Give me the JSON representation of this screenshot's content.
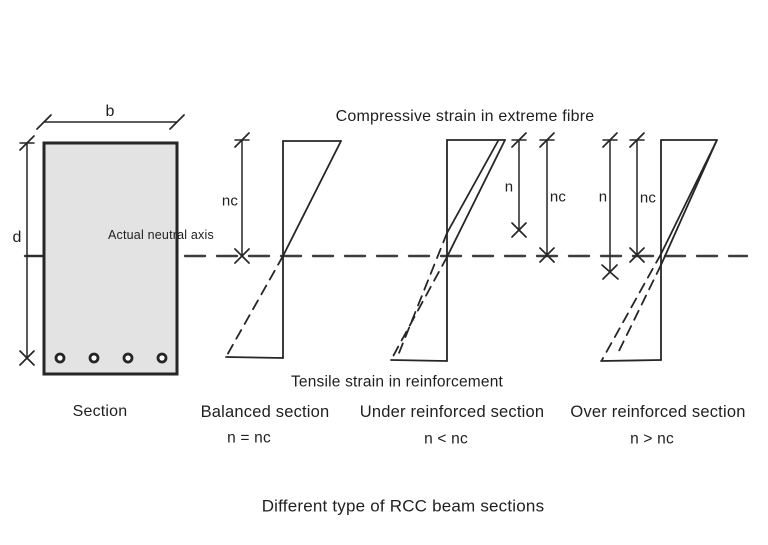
{
  "figure": {
    "title": "Different type of RCC beam sections",
    "annotations": {
      "compressive": "Compressive strain in extreme fibre",
      "neutral_axis": "Actual neutral axis",
      "tensile": "Tensile strain in reinforcement"
    },
    "section": {
      "label": "Section",
      "width_dim": "b",
      "depth_dim": "d",
      "rebar_count": 4
    },
    "diagrams": [
      {
        "id": "balanced",
        "label": "Balanced section",
        "formula": "n = nc",
        "dims": {
          "nc": "nc"
        }
      },
      {
        "id": "under-reinforced",
        "label": "Under reinforced section",
        "formula": "n < nc",
        "dims": {
          "n": "n",
          "nc": "nc"
        }
      },
      {
        "id": "over-reinforced",
        "label": "Over reinforced section",
        "formula": "n >  nc",
        "dims": {
          "n": "n",
          "nc": "nc"
        }
      }
    ],
    "colors": {
      "ink": "#262626",
      "beam_fill": "#e3e3e3",
      "background": "#ffffff"
    }
  }
}
